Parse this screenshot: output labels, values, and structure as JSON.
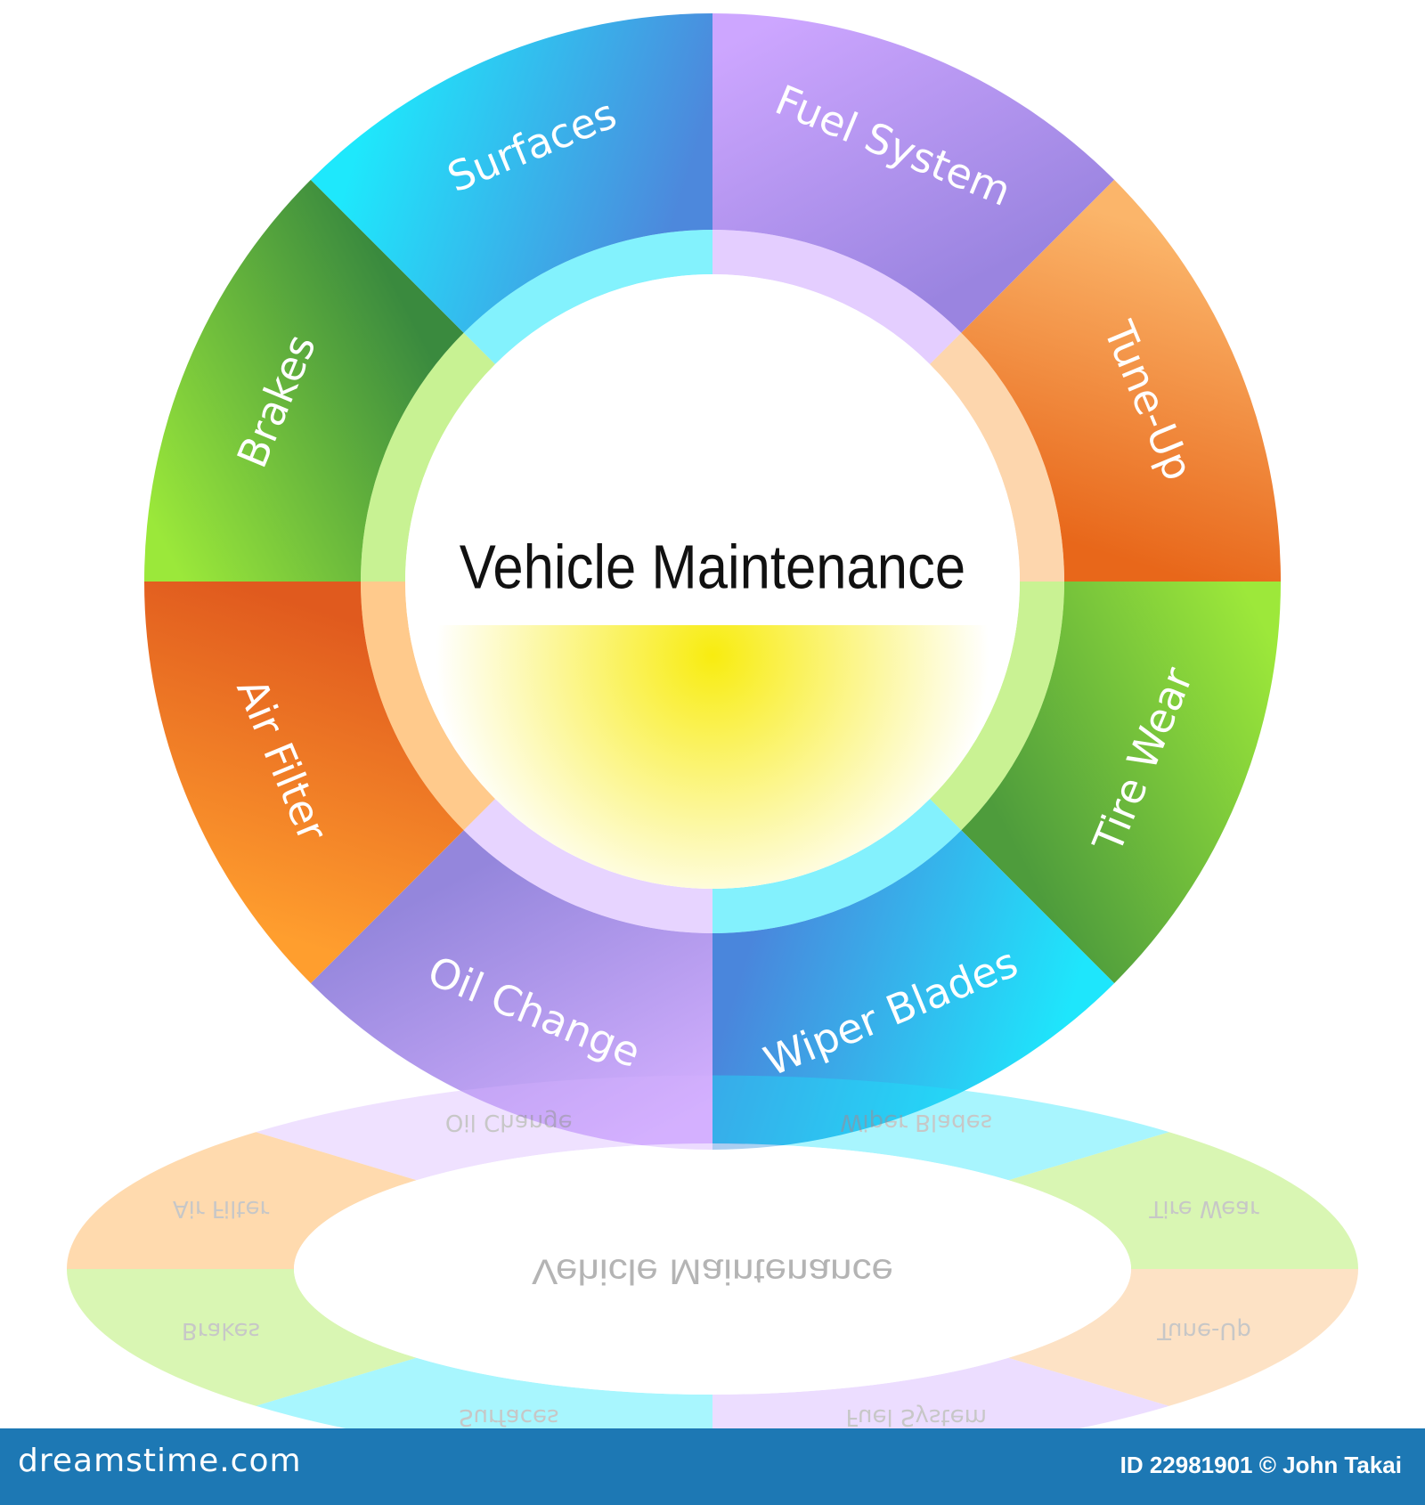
{
  "diagram": {
    "title": "Vehicle Maintenance",
    "segments": [
      {
        "label": "Fuel System",
        "color_light": "#cda6ff",
        "color_dark": "#9a84e0"
      },
      {
        "label": "Tune-Up",
        "color_light": "#fbb56a",
        "color_dark": "#e8671a"
      },
      {
        "label": "Tire Wear",
        "color_light": "#9de83a",
        "color_dark": "#4e9c3c"
      },
      {
        "label": "Wiper Blades",
        "color_light": "#1ee6fc",
        "color_dark": "#4a86dc"
      },
      {
        "label": "Oil Change",
        "color_light": "#d4b0ff",
        "color_dark": "#9486dc"
      },
      {
        "label": "Air Filter",
        "color_light": "#ff9e2e",
        "color_dark": "#e05a1e"
      },
      {
        "label": "Brakes",
        "color_light": "#9be83a",
        "color_dark": "#3a8a3e"
      },
      {
        "label": "Surfaces",
        "color_light": "#1ee8fc",
        "color_dark": "#4d88dc"
      }
    ],
    "center_gradient": [
      "#f8ec10",
      "#ffffff"
    ]
  },
  "footer": {
    "brand": "dreamstime.com",
    "credit": "ID 22981901 © John Takai",
    "background": "#1d78b4"
  }
}
